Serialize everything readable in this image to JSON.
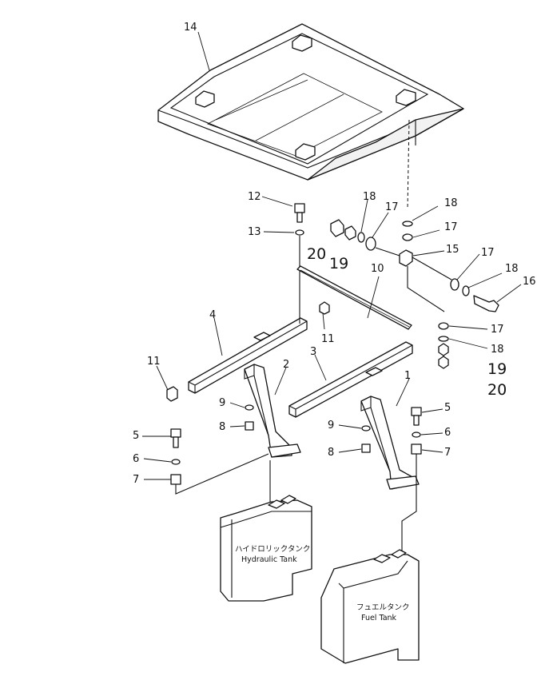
{
  "callouts": {
    "c14": "14",
    "c12": "12",
    "c13": "13",
    "c18a": "18",
    "c17a": "17",
    "c20a": "20",
    "c19a": "19",
    "c18b": "18",
    "c17b": "17",
    "c15": "15",
    "c17c": "17",
    "c18c": "18",
    "c16": "16",
    "c10": "10",
    "c4": "4",
    "c11a": "11",
    "c11b": "11",
    "c17d": "17",
    "c18d": "18",
    "c19b": "19",
    "c20b": "20",
    "c3": "3",
    "c2": "2",
    "c1": "1",
    "c9a": "9",
    "c8a": "8",
    "c9b": "9",
    "c8b": "8",
    "c5a": "5",
    "c6a": "6",
    "c7a": "7",
    "c5b": "5",
    "c6b": "6",
    "c7b": "7"
  },
  "tanks": {
    "hydraulic_jp": "ハイドロリックタンク",
    "hydraulic_en": "Hydraulic Tank",
    "fuel_jp": "フュエルタンク",
    "fuel_en": "Fuel Tank"
  }
}
